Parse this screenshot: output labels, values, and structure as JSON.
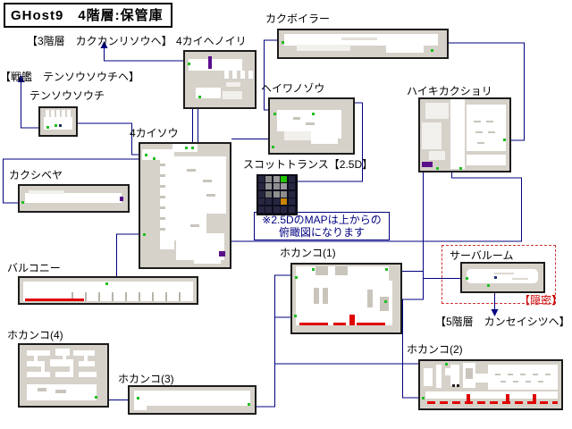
{
  "title": "GHost9　4階層:保管庫",
  "labels": {
    "to_floor3": "【3階層　カクカンリソウヘ】",
    "entry4f": "4カイヘノイリ",
    "boiler": "カクボイラー",
    "to_battleship": "【戦艦　テンソウソウチヘ】",
    "tensou": "テンソウソウチ",
    "heiwa": "ヘイワノゾウ",
    "haiki": "ハイキカクショリ",
    "floor4": "4カイソウ",
    "kakushibeya": "カクシベヤ",
    "scott": "スコットトランス【2.5D】",
    "balcony": "バルコニー",
    "hokanko1": "ホカンコ(1)",
    "server": "サーバルーム",
    "stealth": "【隠密】",
    "to_floor5": "【5階層　カンセイシツヘ】",
    "hokanko4": "ホカンコ(4)",
    "hokanko3": "ホカンコ(3)",
    "hokanko2": "ホカンコ(2)"
  },
  "note": {
    "line1": "※2.5DのMAPは上からの",
    "line2": "俯瞰図になります"
  },
  "colors": {
    "connection_line": "#000080",
    "stealth_red": "#cc0000",
    "hazard_red": "#e00000",
    "door_green": "#1fbf1f",
    "door_purple": "#5a0f8a",
    "map_background": "#d6d2ca",
    "note_blue": "#000080"
  }
}
